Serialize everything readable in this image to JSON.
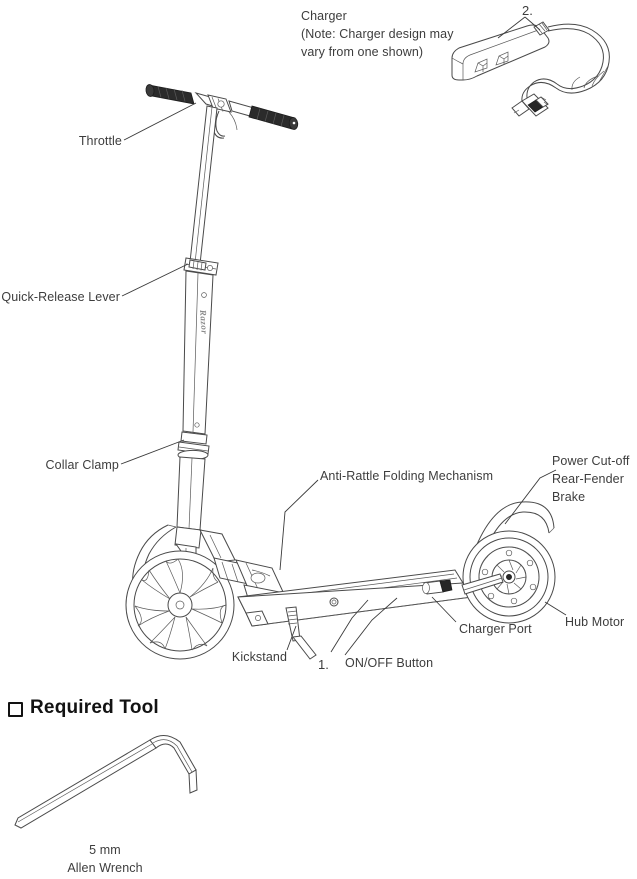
{
  "document": {
    "type": "product-parts-diagram",
    "subject": "electric-kick-scooter"
  },
  "charger_note": {
    "line1": "Charger",
    "line2": "(Note: Charger design may",
    "line3": "vary from one shown)"
  },
  "callouts": {
    "one": "1.",
    "two": "2."
  },
  "labels": {
    "throttle": "Throttle",
    "quick_release_lever": "Quick-Release Lever",
    "collar_clamp": "Collar Clamp",
    "anti_rattle": "Anti-Rattle Folding Mechanism",
    "power_cutoff_line1": "Power Cut-off",
    "power_cutoff_line2": "Rear-Fender",
    "power_cutoff_line3": "Brake",
    "hub_motor": "Hub Motor",
    "charger_port": "Charger Port",
    "on_off_button": "ON/OFF Button",
    "kickstand": "Kickstand"
  },
  "required_tool": {
    "heading": "Required Tool",
    "checkbox_glyph": "checkbox-square-icon",
    "tool_size": "5 mm",
    "tool_name": "Allen Wrench"
  },
  "branding": {
    "stem_logo": "Razor"
  },
  "colors": {
    "line": "#4a4a4a",
    "text": "#3d3d3d",
    "heading": "#121212",
    "grip": "#2b2b2b",
    "background": "#ffffff"
  }
}
